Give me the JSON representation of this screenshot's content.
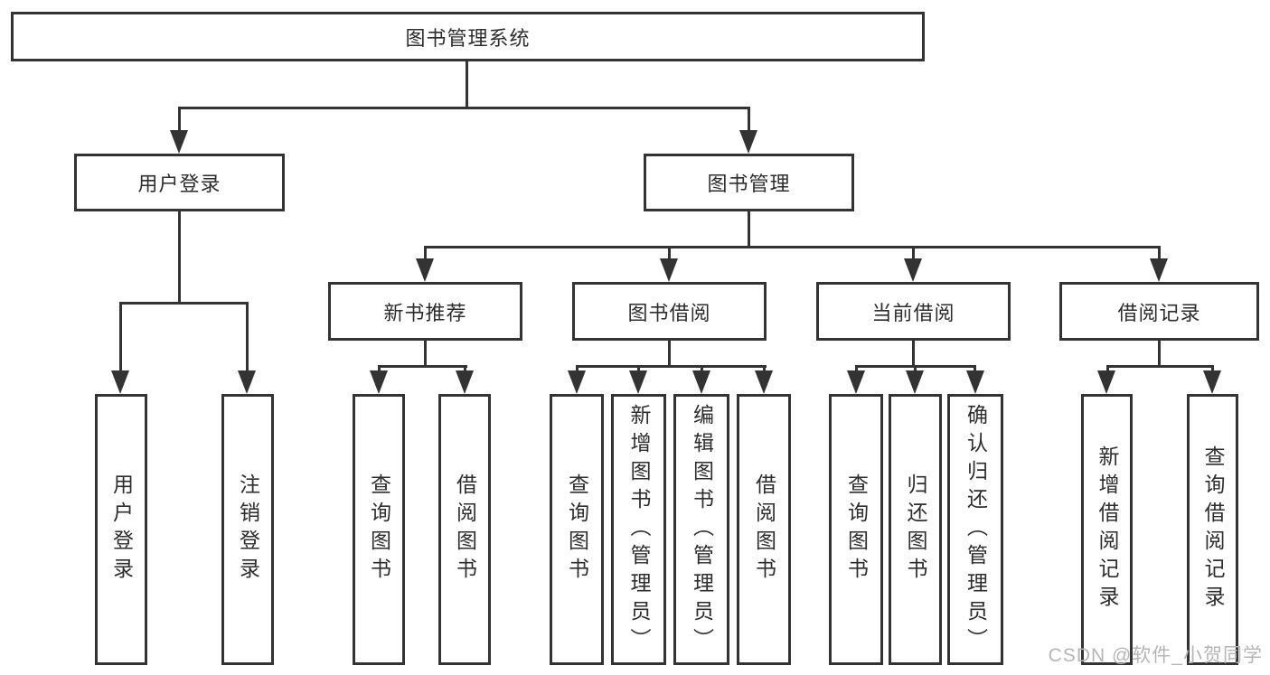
{
  "nodes": {
    "root": "图书管理系统",
    "user": "用户登录",
    "book": "图书管理",
    "recommend": "新书推荐",
    "borrow": "图书借阅",
    "current": "当前借阅",
    "record": "借阅记录"
  },
  "leaves": {
    "user": [
      "用户登录",
      "注销登录"
    ],
    "recommend": [
      "查询图书",
      "借阅图书"
    ],
    "borrow": [
      "查询图书",
      "新增图书（管理员）",
      "编辑图书（管理员）",
      "借阅图书"
    ],
    "current": [
      "查询图书",
      "归还图书",
      "确认归还（管理员）"
    ],
    "record": [
      "新增借阅记录",
      "查询借阅记录"
    ]
  },
  "watermark": "CSDN @软件_小贺同学",
  "colors": {
    "line": "#333333",
    "text": "#2d2d2d",
    "watermark": "#b5b5b5"
  }
}
